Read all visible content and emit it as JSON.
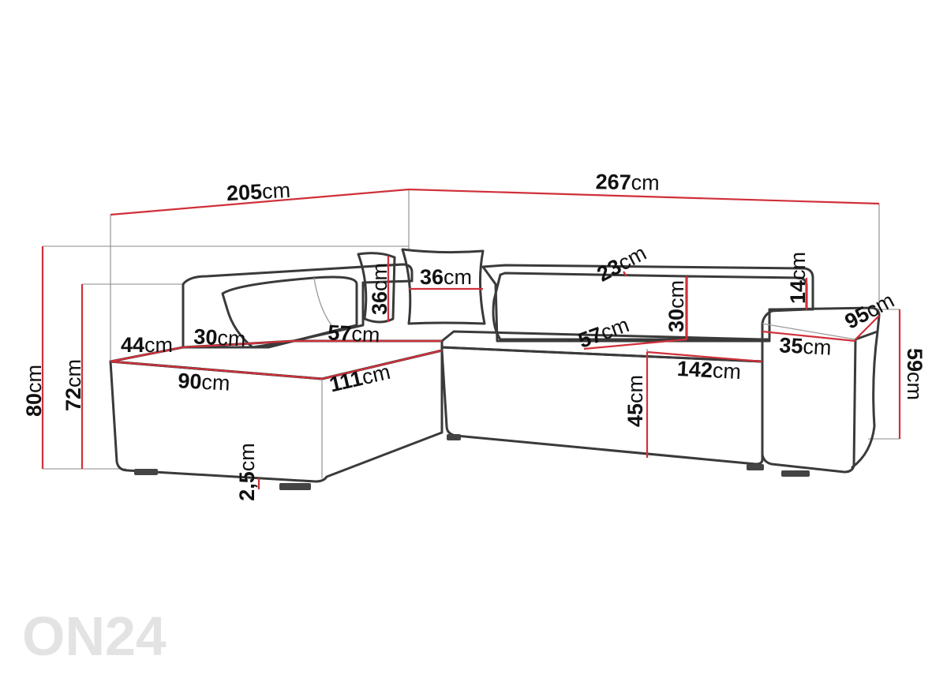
{
  "diagram": {
    "subject": "corner sofa dimension drawing",
    "colors": {
      "outline": "#3a3a3a",
      "dimension_line": "#d0303a",
      "text": "#111111",
      "watermark": "#e3e3e3"
    },
    "dimensions": {
      "total_left_width": {
        "value": "205",
        "unit": "cm"
      },
      "total_right_width": {
        "value": "267",
        "unit": "cm"
      },
      "total_height": {
        "value": "80",
        "unit": "cm"
      },
      "back_height": {
        "value": "72",
        "unit": "cm"
      },
      "chaise_back_depth": {
        "value": "44",
        "unit": "cm"
      },
      "back_cushion_depth_left": {
        "value": "30",
        "unit": "cm"
      },
      "seat_depth_left": {
        "value": "57",
        "unit": "cm"
      },
      "chaise_width": {
        "value": "90",
        "unit": "cm"
      },
      "chaise_length": {
        "value": "111",
        "unit": "cm"
      },
      "leg_height": {
        "value": "2,5",
        "unit": "cm"
      },
      "pillow_height": {
        "value": "36",
        "unit": "cm"
      },
      "pillow_width": {
        "value": "36",
        "unit": "cm"
      },
      "backrest_top_depth": {
        "value": "23",
        "unit": "cm"
      },
      "back_cushion_height": {
        "value": "30",
        "unit": "cm"
      },
      "armrest_above_back": {
        "value": "14",
        "unit": "cm"
      },
      "seat_depth_right": {
        "value": "57",
        "unit": "cm"
      },
      "seat_width_right": {
        "value": "142",
        "unit": "cm"
      },
      "seat_height": {
        "value": "45",
        "unit": "cm"
      },
      "armrest_depth": {
        "value": "95",
        "unit": "cm"
      },
      "armrest_width": {
        "value": "35",
        "unit": "cm"
      },
      "armrest_height": {
        "value": "59",
        "unit": "cm"
      }
    }
  },
  "watermark": {
    "text": "ON24"
  }
}
